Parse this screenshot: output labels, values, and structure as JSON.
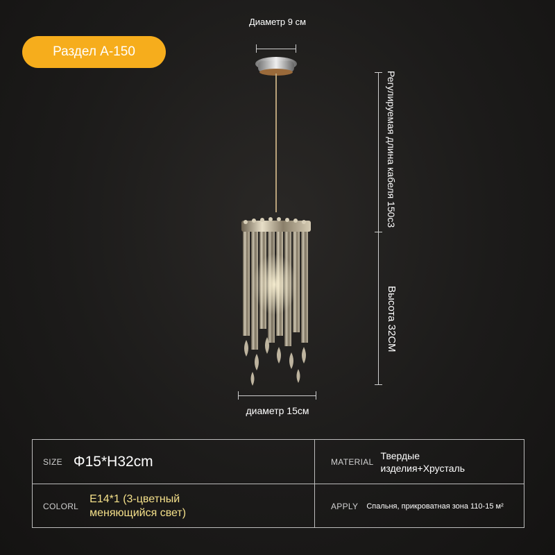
{
  "badge": {
    "label": "Раздел A-150"
  },
  "dimensions": {
    "top_diameter": "Диаметр 9 см",
    "bottom_diameter": "диаметр 15см",
    "cable_length": "Регулируемая длина кабеля 150с3",
    "height": "Высота 32СМ"
  },
  "colors": {
    "badge": "#f6ad1c",
    "accent_text": "#f4e08a",
    "background": "#1c1b1a"
  },
  "specs": {
    "size": {
      "label": "SIZE",
      "value": "Φ15*H32cm"
    },
    "material": {
      "label": "MATERIAL",
      "value_line1": "Твердые",
      "value_line2": "изделия+Хрусталь"
    },
    "color": {
      "label": "COLORL",
      "value_line1": "E14*1 (3-цветный",
      "value_line2": "меняющийся свет)"
    },
    "apply": {
      "label": "APPLY",
      "value": "Спальня, прикроватная зона 110-15 м²"
    }
  }
}
